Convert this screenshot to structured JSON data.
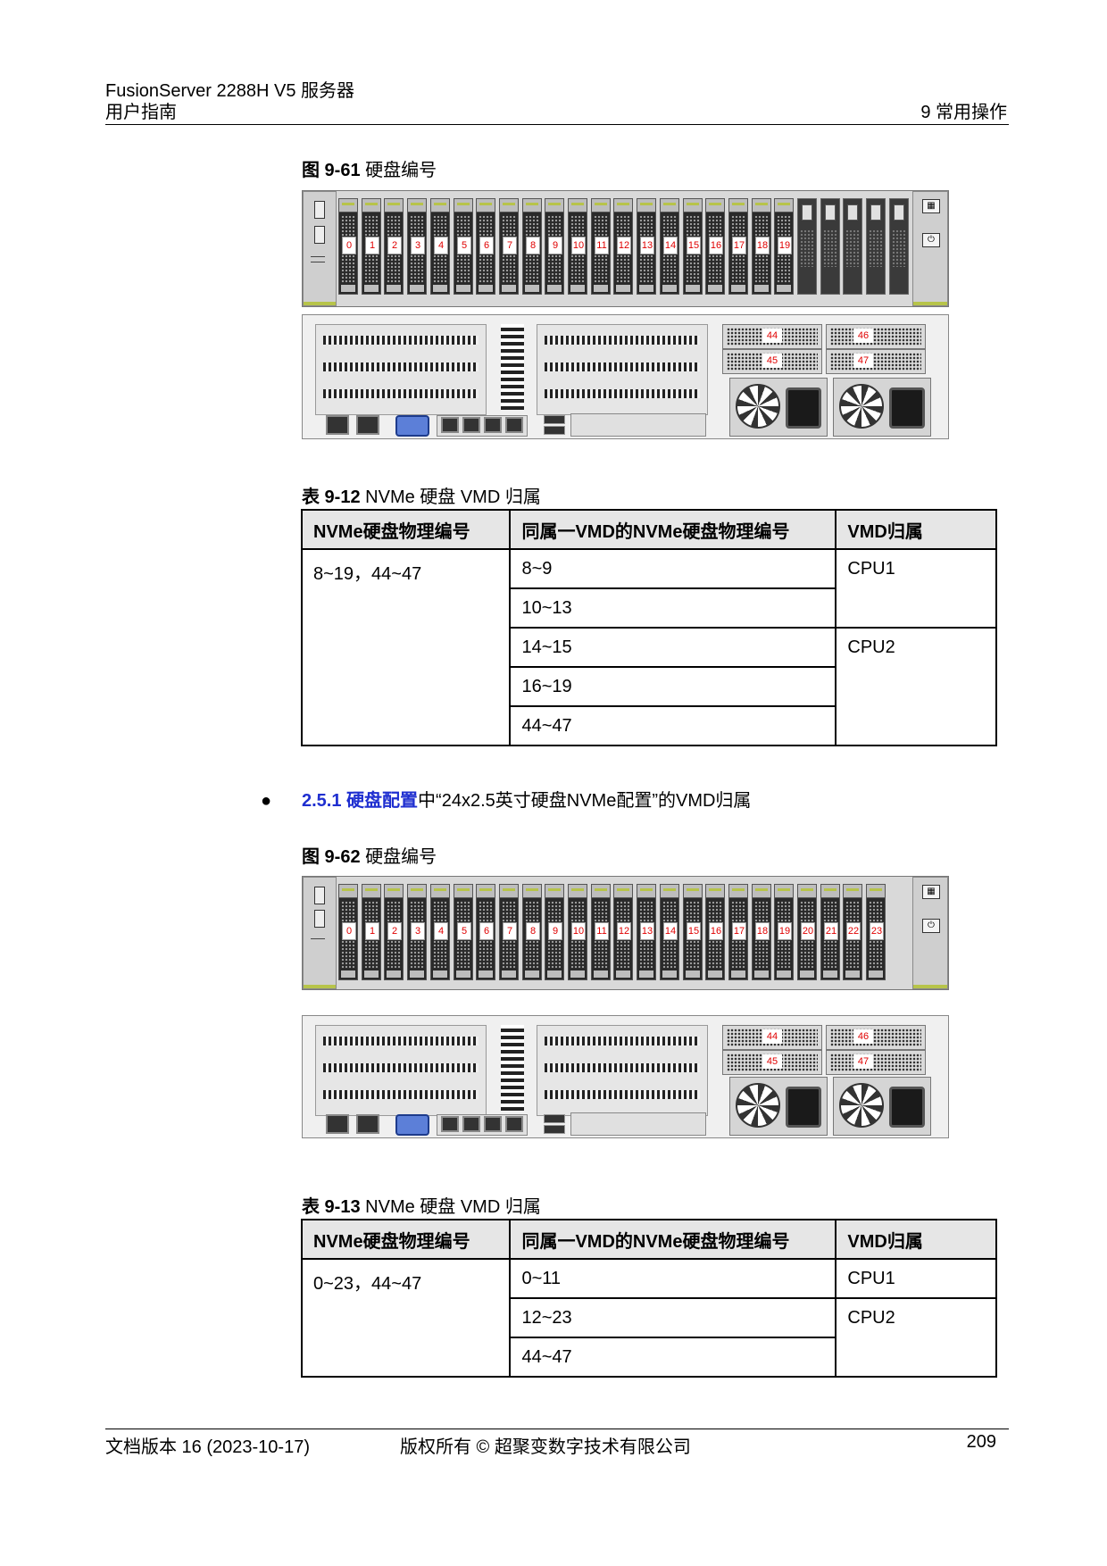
{
  "header": {
    "doc_title": "FusionServer 2288H V5 服务器",
    "doc_subtitle": "用户指南",
    "chapter": "9 常用操作"
  },
  "figure1": {
    "caption_id": "图 9-61",
    "caption_text": "硬盘编号",
    "front_slots": [
      "0",
      "1",
      "2",
      "3",
      "4",
      "5",
      "6",
      "7",
      "8",
      "9",
      "10",
      "11",
      "12",
      "13",
      "14",
      "15",
      "16",
      "17",
      "18",
      "19"
    ],
    "rear_slots": [
      "44",
      "46",
      "45",
      "47"
    ]
  },
  "table1": {
    "caption_id": "表 9-12",
    "caption_text": "NVMe 硬盘 VMD 归属",
    "headers": [
      "NVMe硬盘物理编号",
      "同属一VMD的NVMe硬盘物理编号",
      "VMD归属"
    ],
    "physical": "8~19，44~47",
    "groups": [
      "8~9",
      "10~13",
      "14~15",
      "16~19",
      "44~47"
    ],
    "cpus": [
      "CPU1",
      "CPU2"
    ]
  },
  "bullet": {
    "link_text": "2.5.1 硬盘配置",
    "rest_text": "中“24x2.5英寸硬盘NVMe配置”的VMD归属"
  },
  "figure2": {
    "caption_id": "图 9-62",
    "caption_text": "硬盘编号",
    "front_slots": [
      "0",
      "1",
      "2",
      "3",
      "4",
      "5",
      "6",
      "7",
      "8",
      "9",
      "10",
      "11",
      "12",
      "13",
      "14",
      "15",
      "16",
      "17",
      "18",
      "19",
      "20",
      "21",
      "22",
      "23"
    ],
    "rear_slots": [
      "44",
      "46",
      "45",
      "47"
    ]
  },
  "table2": {
    "caption_id": "表 9-13",
    "caption_text": "NVMe 硬盘 VMD 归属",
    "headers": [
      "NVMe硬盘物理编号",
      "同属一VMD的NVMe硬盘物理编号",
      "VMD归属"
    ],
    "physical": "0~23，44~47",
    "groups": [
      "0~11",
      "12~23",
      "44~47"
    ],
    "cpus": [
      "CPU1",
      "CPU2"
    ]
  },
  "footer": {
    "version": "文档版本 16 (2023-10-17)",
    "copyright": "版权所有 © 超聚变数字技术有限公司",
    "page": "209"
  },
  "colors": {
    "link": "#1f2fd0",
    "slot_label": "#e00000",
    "table_header_bg": "#e6e6e6",
    "accent_green": "#b7c44a"
  }
}
